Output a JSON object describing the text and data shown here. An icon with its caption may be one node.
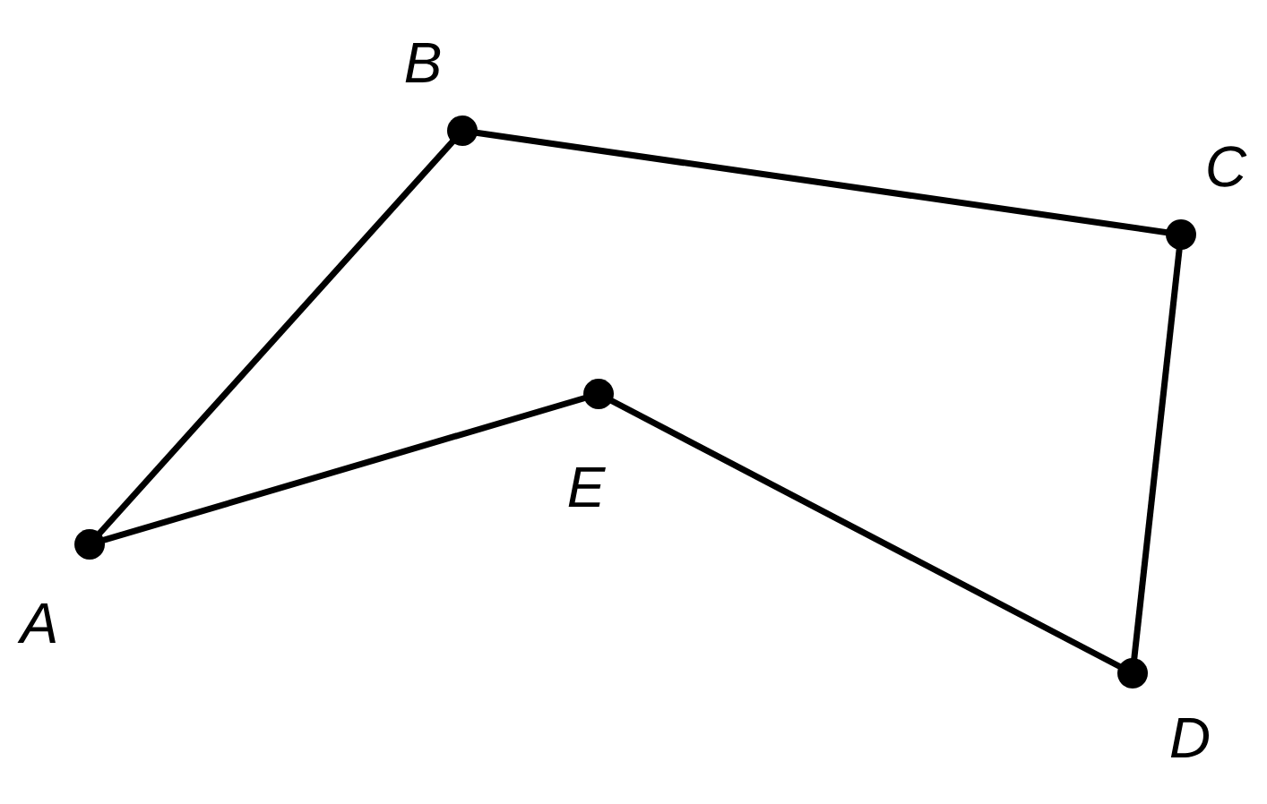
{
  "diagram": {
    "nodes": [
      {
        "text": [],
        "shape": "circle",
        "beside": [
          "A"
        ]
      },
      {
        "text": [],
        "shape": "circle",
        "beside": [
          "B"
        ]
      },
      {
        "text": [],
        "shape": "circle",
        "beside": [
          "C"
        ]
      },
      {
        "text": [],
        "shape": "circle",
        "beside": [
          "D"
        ]
      },
      {
        "text": [],
        "shape": "circle",
        "beside": [
          "E"
        ]
      }
    ],
    "edges": [
      {
        "from": 0,
        "to": 1,
        "arrow": "none"
      },
      {
        "from": 1,
        "to": 2,
        "arrow": "none"
      },
      {
        "from": 2,
        "to": 3,
        "arrow": "none"
      },
      {
        "from": 3,
        "to": 4,
        "arrow": "none"
      },
      {
        "from": 4,
        "to": 0,
        "arrow": "none"
      }
    ]
  }
}
